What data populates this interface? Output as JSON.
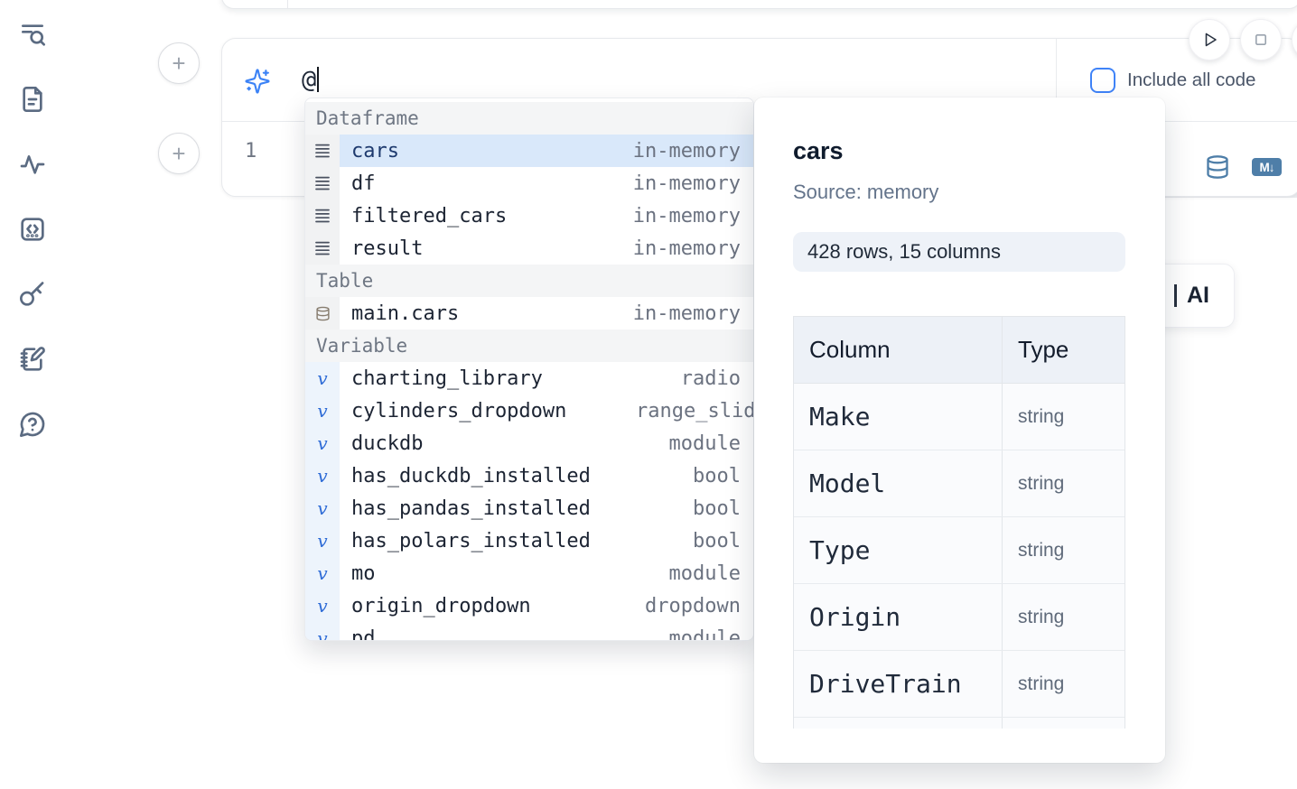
{
  "sidebar": {
    "icons": [
      "text-search",
      "document",
      "activity",
      "snippets",
      "key",
      "notebook-edit",
      "help"
    ]
  },
  "run_controls": {
    "buttons": [
      "run",
      "interrupt",
      "more"
    ]
  },
  "ai_prompt": {
    "value": "@",
    "sparkles_icon": "sparkles",
    "include_all_code": {
      "label": "Include all code",
      "checked": false
    }
  },
  "editor": {
    "line_number": "1",
    "action_icons": [
      "database",
      "export-markdown"
    ]
  },
  "ai_assist_button": {
    "label": "AI"
  },
  "completion": {
    "sections": [
      {
        "label": "Dataframe",
        "icon": "dataframe",
        "items": [
          {
            "name": "cars",
            "type": "in-memory",
            "selected": true
          },
          {
            "name": "df",
            "type": "in-memory"
          },
          {
            "name": "filtered_cars",
            "type": "in-memory"
          },
          {
            "name": "result",
            "type": "in-memory"
          }
        ]
      },
      {
        "label": "Table",
        "icon": "table",
        "items": [
          {
            "name": "main.cars",
            "type": "in-memory"
          }
        ]
      },
      {
        "label": "Variable",
        "icon": "variable",
        "items": [
          {
            "name": "charting_library",
            "type": "radio"
          },
          {
            "name": "cylinders_dropdown",
            "type": "range_slider",
            "type_clipped": true
          },
          {
            "name": "duckdb",
            "type": "module"
          },
          {
            "name": "has_duckdb_installed",
            "type": "bool"
          },
          {
            "name": "has_pandas_installed",
            "type": "bool"
          },
          {
            "name": "has_polars_installed",
            "type": "bool"
          },
          {
            "name": "mo",
            "type": "module"
          },
          {
            "name": "origin_dropdown",
            "type": "dropdown"
          },
          {
            "name": "pd",
            "type": "module",
            "clipped": true
          }
        ]
      }
    ]
  },
  "preview": {
    "title": "cars",
    "source_label": "Source: memory",
    "shape_badge": "428 rows, 15 columns",
    "table": {
      "headers": [
        "Column",
        "Type"
      ],
      "rows": [
        [
          "Make",
          "string"
        ],
        [
          "Model",
          "string"
        ],
        [
          "Type",
          "string"
        ],
        [
          "Origin",
          "string"
        ],
        [
          "DriveTrain",
          "string"
        ]
      ],
      "partial_row_visible": true
    }
  },
  "colors": {
    "accent_blue": "#3b82f6",
    "steel_blue": "#4e7ea8",
    "selection_bg": "#d9e8fa",
    "selection_text": "#1e3a6e",
    "sidebar_icon": "#5b6b82"
  }
}
